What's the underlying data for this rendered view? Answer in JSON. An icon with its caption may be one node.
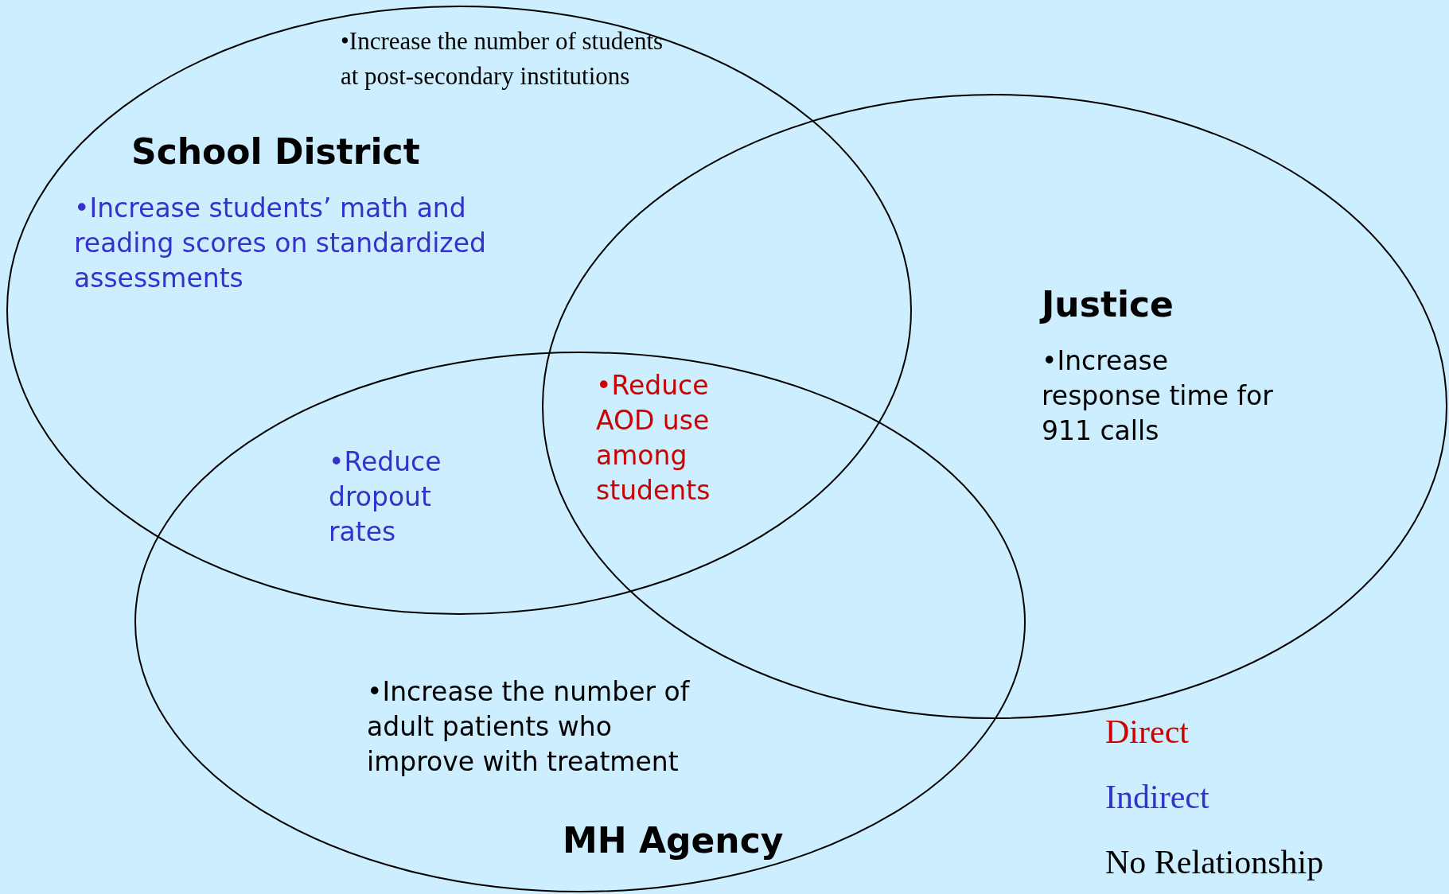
{
  "diagram": {
    "nodes": [
      {
        "text": [
          "•Increase the number of students at post-secondary institutions",
          "School District",
          "•Increase students’ math and reading scores on standardized assessments"
        ]
      },
      {
        "text": [
          "Justice",
          "•Increase response time for 911 calls"
        ]
      },
      {
        "text": [
          "•Increase the number of adult patients who improve with treatment",
          "MH Agency"
        ]
      }
    ],
    "labels": [
      "•Reduce AOD use among students",
      "•Reduce dropout rates"
    ],
    "legend": [
      {
        "text": "Direct",
        "color": "#cc0000"
      },
      {
        "text": "Indirect",
        "color": "#3333cc"
      },
      {
        "text": "No Relationship",
        "color": "#000000"
      }
    ]
  }
}
